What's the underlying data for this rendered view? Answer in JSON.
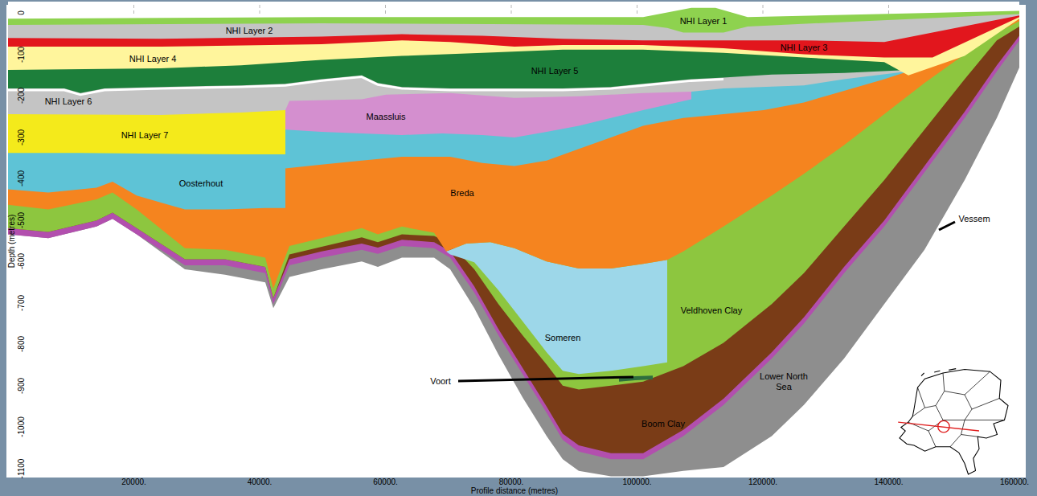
{
  "diagram": {
    "labels": [
      "NHI Layer 1",
      "NHI Layer 2",
      "NHI Layer 3",
      "NHI Layer 4",
      "NHI Layer 5",
      "NHI Layer 6",
      "NHI Layer 7",
      "Maassluis",
      "Oosterhout",
      "Breda",
      "Someren",
      "Veldhoven Clay",
      "Voort",
      "Boom Clay",
      "Lower North Sea",
      "Vessem",
      "Depth (metres)",
      "Profile distance (metres)",
      "0",
      "-100",
      "-200",
      "-300",
      "-400",
      "-500",
      "-600",
      "-700",
      "-800",
      "-900",
      "-1000",
      "-1100",
      "20000.",
      "40000.",
      "60000.",
      "80000.",
      "100000.",
      "120000.",
      "140000.",
      "160000."
    ]
  }
}
